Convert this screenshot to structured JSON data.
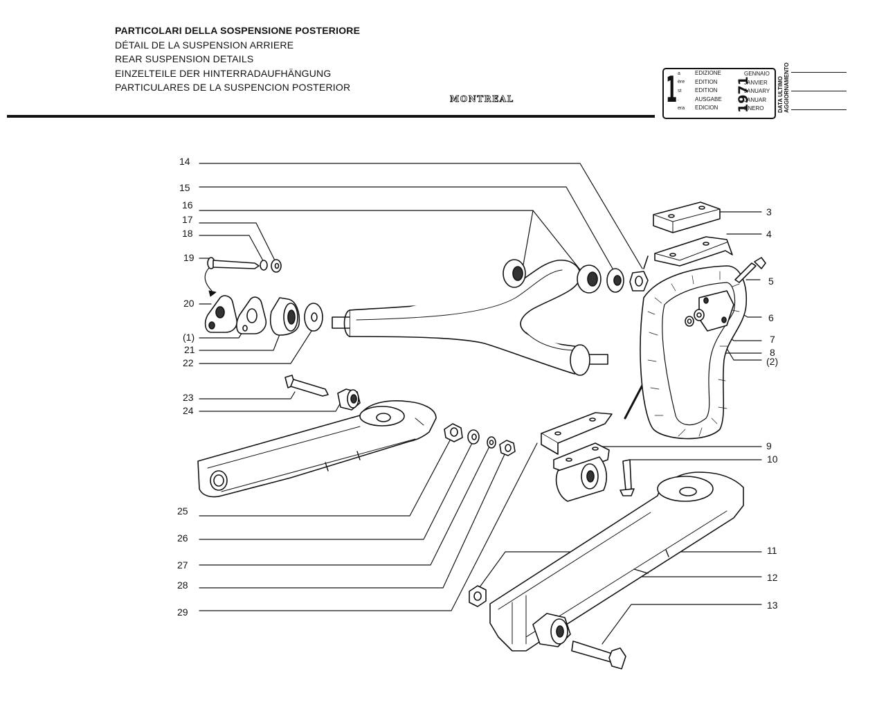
{
  "header": {
    "titles": [
      "PARTICOLARI DELLA SOSPENSIONE POSTERIORE",
      "DÉTAIL DE LA SUSPENSION ARRIERE",
      "REAR SUSPENSION DETAILS",
      "EINZELTEILE DER HINTERRADAUFHÄNGUNG",
      "PARTICULARES DE LA SUSPENCION POSTERIOR"
    ],
    "model_logo": "MONTREAL"
  },
  "edition": {
    "number": "1",
    "suffixes": [
      "a",
      "ère",
      "st",
      ".",
      "era"
    ],
    "labels": [
      "EDIZIONE",
      "EDITION",
      "EDITION",
      "AUSGABE",
      "EDICION"
    ],
    "year": "1971",
    "months": [
      "GENNAIO",
      "JANVIER",
      "JANUARY",
      "JANUAR",
      "ENERO"
    ],
    "last_update_label": [
      "DATA ULTIMO",
      "AGGIORNAMENTO"
    ]
  },
  "callouts_left": [
    "14",
    "15",
    "16",
    "17",
    "18",
    "19",
    "20",
    "(1)",
    "21",
    "22",
    "23",
    "24",
    "25",
    "26",
    "27",
    "28",
    "29"
  ],
  "callouts_right": [
    "3",
    "4",
    "5",
    "6",
    "7",
    "8",
    "(2)",
    "9",
    "10",
    "11",
    "12",
    "13"
  ]
}
